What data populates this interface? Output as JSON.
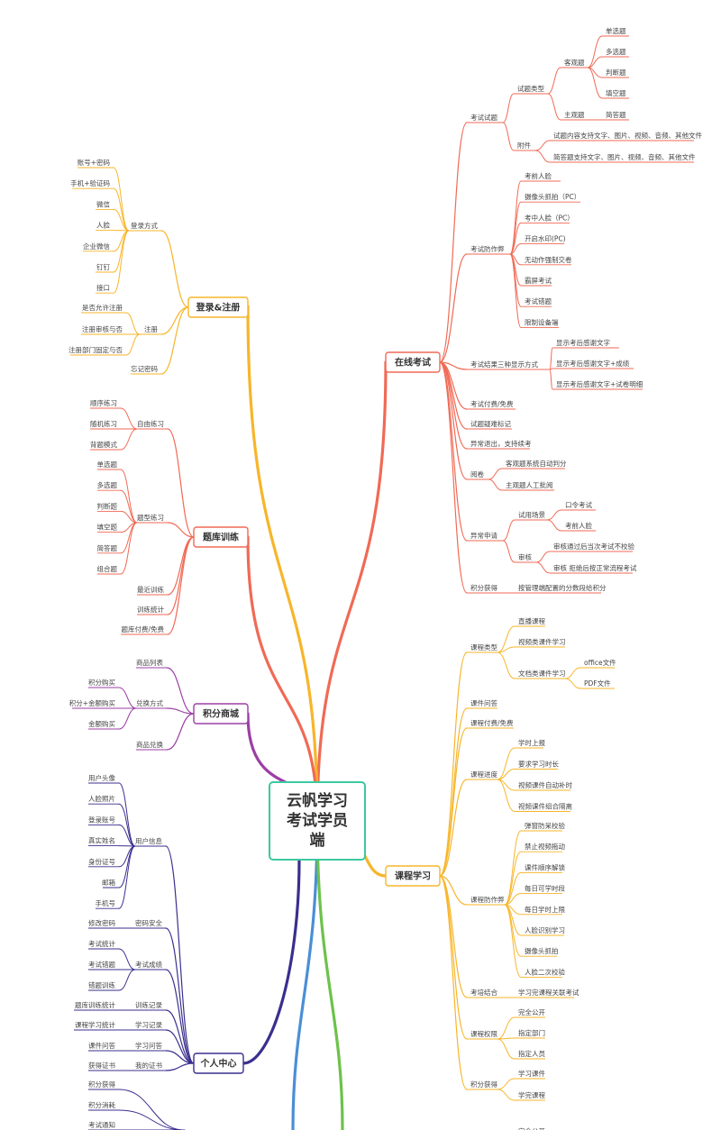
{
  "root": {
    "title": "云帆学习考试学员端",
    "lines": [
      "云帆学习",
      "考试学员",
      "端"
    ]
  },
  "colors": {
    "root_border": "#3bc9a0",
    "online_exam": "#f06a55",
    "course": "#f7b52a",
    "login": "#f7b52a",
    "question_bank": "#f06a55",
    "points_mall": "#9b3fa5",
    "personal_center": "#3a2f8e",
    "stem_blue": "#4a8fd6",
    "stem_green": "#6cc24a"
  },
  "branches": {
    "online_exam": {
      "label": "在线考试",
      "children": [
        {
          "label": "考试试题",
          "children": [
            {
              "label": "试题类型",
              "children": [
                {
                  "label": "客观题",
                  "children": [
                    {
                      "label": "单选题"
                    },
                    {
                      "label": "多选题"
                    },
                    {
                      "label": "判断题"
                    },
                    {
                      "label": "填空题"
                    }
                  ]
                },
                {
                  "label": "主观题",
                  "children": [
                    {
                      "label": "简答题"
                    }
                  ]
                }
              ]
            },
            {
              "label": "附件",
              "children": [
                {
                  "label": "试题内容支持文字、图片、视频、音频、其他文件"
                },
                {
                  "label": "简答题支持文字、图片、视频、音频、其他文件"
                }
              ]
            }
          ]
        },
        {
          "label": "考试防作弊",
          "children": [
            {
              "label": "考前人脸"
            },
            {
              "label": "摄像头抓拍（PC）"
            },
            {
              "label": "考中人脸（PC）"
            },
            {
              "label": "开启水印(PC)"
            },
            {
              "label": "无动作强制交卷"
            },
            {
              "label": "霸屏考试"
            },
            {
              "label": "考试错题"
            },
            {
              "label": "限制设备端"
            }
          ]
        },
        {
          "label": "考试结果三种显示方式",
          "children": [
            {
              "label": "显示考后感谢文字"
            },
            {
              "label": "显示考后感谢文字+成绩"
            },
            {
              "label": "显示考后感谢文字+试卷明细"
            }
          ]
        },
        {
          "label": "考试付费/免费"
        },
        {
          "label": "试题疑难标记"
        },
        {
          "label": "异常退出，支持续考"
        },
        {
          "label": "阅卷",
          "children": [
            {
              "label": "客观题系统自动判分"
            },
            {
              "label": "主观题人工批阅"
            }
          ]
        },
        {
          "label": "异常申请",
          "children": [
            {
              "label": "试用场景",
              "children": [
                {
                  "label": "口令考试"
                },
                {
                  "label": "考前人脸"
                }
              ]
            },
            {
              "label": "审核",
              "children": [
                {
                  "label": "审核通过后当次考试不校验"
                },
                {
                  "label": "审核 拒绝后按正常流程考试"
                }
              ]
            }
          ]
        },
        {
          "label": "积分获得",
          "children": [
            {
              "label": "按管理端配置的分数段给积分"
            }
          ]
        }
      ]
    },
    "course": {
      "label": "课程学习",
      "children": [
        {
          "label": "课程类型",
          "children": [
            {
              "label": "直播课程"
            },
            {
              "label": "视频类课件学习"
            },
            {
              "label": "文档类课件学习",
              "children": [
                {
                  "label": "office文件"
                },
                {
                  "label": "PDF文件"
                }
              ]
            }
          ]
        },
        {
          "label": "课件问答"
        },
        {
          "label": "课程付费/免费"
        },
        {
          "label": "课程进度",
          "children": [
            {
              "label": "学时上报"
            },
            {
              "label": "要求学习时长"
            },
            {
              "label": "视频课件自动补时"
            },
            {
              "label": "视频课件组合隔离"
            }
          ]
        },
        {
          "label": "课程防作弊",
          "children": [
            {
              "label": "弹窗防呆校验"
            },
            {
              "label": "禁止视频拖动"
            },
            {
              "label": "课件顺序解锁"
            },
            {
              "label": "每日可学时段"
            },
            {
              "label": "每日学时上限"
            },
            {
              "label": "人脸识别学习"
            },
            {
              "label": "摄像头抓拍"
            },
            {
              "label": "人脸二次校验"
            }
          ]
        },
        {
          "label": "考培结合",
          "children": [
            {
              "label": "学习完课程关联考试"
            }
          ]
        },
        {
          "label": "课程权限",
          "children": [
            {
              "label": "完全公开"
            },
            {
              "label": "指定部门"
            },
            {
              "label": "指定人员"
            }
          ]
        },
        {
          "label": "积分获得",
          "children": [
            {
              "label": "学习课件"
            },
            {
              "label": "学完课程"
            }
          ]
        }
      ],
      "partial_bottom_label": "完全公开"
    },
    "login": {
      "label": "登录&注册",
      "children": [
        {
          "label": "登录方式",
          "children": [
            {
              "label": "账号+密码"
            },
            {
              "label": "手机+验证码"
            },
            {
              "label": "微信"
            },
            {
              "label": "人脸"
            },
            {
              "label": "企业微信"
            },
            {
              "label": "钉钉"
            },
            {
              "label": "接口"
            }
          ]
        },
        {
          "label": "注册",
          "children": [
            {
              "label": "是否允许注册"
            },
            {
              "label": "注册审核与否"
            },
            {
              "label": "注册部门固定与否"
            }
          ]
        },
        {
          "label": "忘记密码"
        }
      ]
    },
    "question_bank": {
      "label": "题库训练",
      "children": [
        {
          "label": "自由练习",
          "children": [
            {
              "label": "顺序练习"
            },
            {
              "label": "随机练习"
            },
            {
              "label": "背题模式"
            }
          ]
        },
        {
          "label": "题型练习",
          "children": [
            {
              "label": "单选题"
            },
            {
              "label": "多选题"
            },
            {
              "label": "判断题"
            },
            {
              "label": "填空题"
            },
            {
              "label": "简答题"
            },
            {
              "label": "组合题"
            }
          ]
        },
        {
          "label": "最近训练"
        },
        {
          "label": "训练统计"
        },
        {
          "label": "题库付费/免费"
        }
      ]
    },
    "points_mall": {
      "label": "积分商城",
      "children": [
        {
          "label": "商品列表"
        },
        {
          "label": "兑换方式",
          "children": [
            {
              "label": "积分购买"
            },
            {
              "label": "积分+金额购买"
            },
            {
              "label": "金额购买"
            }
          ]
        },
        {
          "label": "商品兑换"
        }
      ]
    },
    "personal_center": {
      "label": "个人中心",
      "children": [
        {
          "label": "用户信息",
          "children": [
            {
              "label": "用户头像"
            },
            {
              "label": "人脸照片"
            },
            {
              "label": "登录账号"
            },
            {
              "label": "真实姓名"
            },
            {
              "label": "身份证号"
            },
            {
              "label": "邮箱"
            },
            {
              "label": "手机号"
            }
          ]
        },
        {
          "label": "密码安全",
          "children": [
            {
              "label": "修改密码"
            }
          ]
        },
        {
          "label": "考试成绩",
          "children": [
            {
              "label": "考试统计"
            },
            {
              "label": "考试错题"
            },
            {
              "label": "错题训练"
            }
          ]
        },
        {
          "label": "训练记录",
          "children": [
            {
              "label": "题库训练统计"
            }
          ]
        },
        {
          "label": "学习记录",
          "children": [
            {
              "label": "课程学习统计"
            }
          ]
        },
        {
          "label": "学习问答",
          "children": [
            {
              "label": "课件问答"
            }
          ]
        },
        {
          "label": "我的证书",
          "children": [
            {
              "label": "获得证书"
            }
          ]
        }
      ],
      "extra_leaves": [
        {
          "label": "积分获得"
        },
        {
          "label": "积分消耗"
        },
        {
          "label": "考试通知"
        }
      ]
    }
  }
}
